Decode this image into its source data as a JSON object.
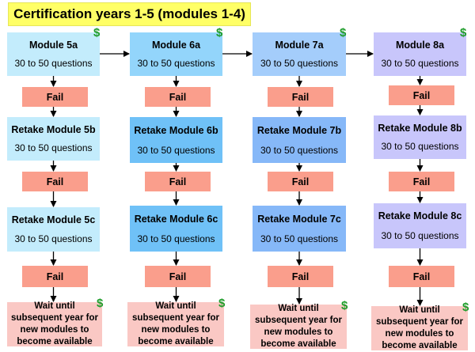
{
  "title": "Certification years 1-5 (modules 1-4)",
  "questions_label": "30 to 50 questions",
  "fail_label": "Fail",
  "wait_label": "Wait until subsequent year for new modules to become available",
  "dollar_label": "$",
  "colors": {
    "title_bg": "#ffff66",
    "fail_bg": "#fa9e8c",
    "wait_bg": "#fac8c4",
    "dollar": "#1f9d2b",
    "column_bg": [
      "#c3ecfc",
      "#93d5fb",
      "#a4cdfb",
      "#c8c6fb"
    ],
    "highlight_bg": "#6fc1f7",
    "highlight_bg_7b": "#86b8f8"
  },
  "columns": [
    {
      "id": "5",
      "modules": [
        {
          "title": "Module 5a",
          "dollar": true
        },
        {
          "title": "Retake Module 5b",
          "dollar": false
        },
        {
          "title": "Retake Module 5c",
          "dollar": false
        }
      ],
      "wait_dollar": true
    },
    {
      "id": "6",
      "modules": [
        {
          "title": "Module 6a",
          "dollar": true
        },
        {
          "title": "Retake Module 6b",
          "dollar": false
        },
        {
          "title": "Retake Module 6c",
          "dollar": false
        }
      ],
      "wait_dollar": true
    },
    {
      "id": "7",
      "modules": [
        {
          "title": "Module 7a",
          "dollar": true
        },
        {
          "title": "Retake Module 7b",
          "dollar": false
        },
        {
          "title": "Retake Module 7c",
          "dollar": false
        }
      ],
      "wait_dollar": true
    },
    {
      "id": "8",
      "modules": [
        {
          "title": "Module 8a",
          "dollar": true
        },
        {
          "title": "Retake Module 8b",
          "dollar": false
        },
        {
          "title": "Retake Module 8c",
          "dollar": false
        }
      ],
      "wait_dollar": true
    }
  ]
}
